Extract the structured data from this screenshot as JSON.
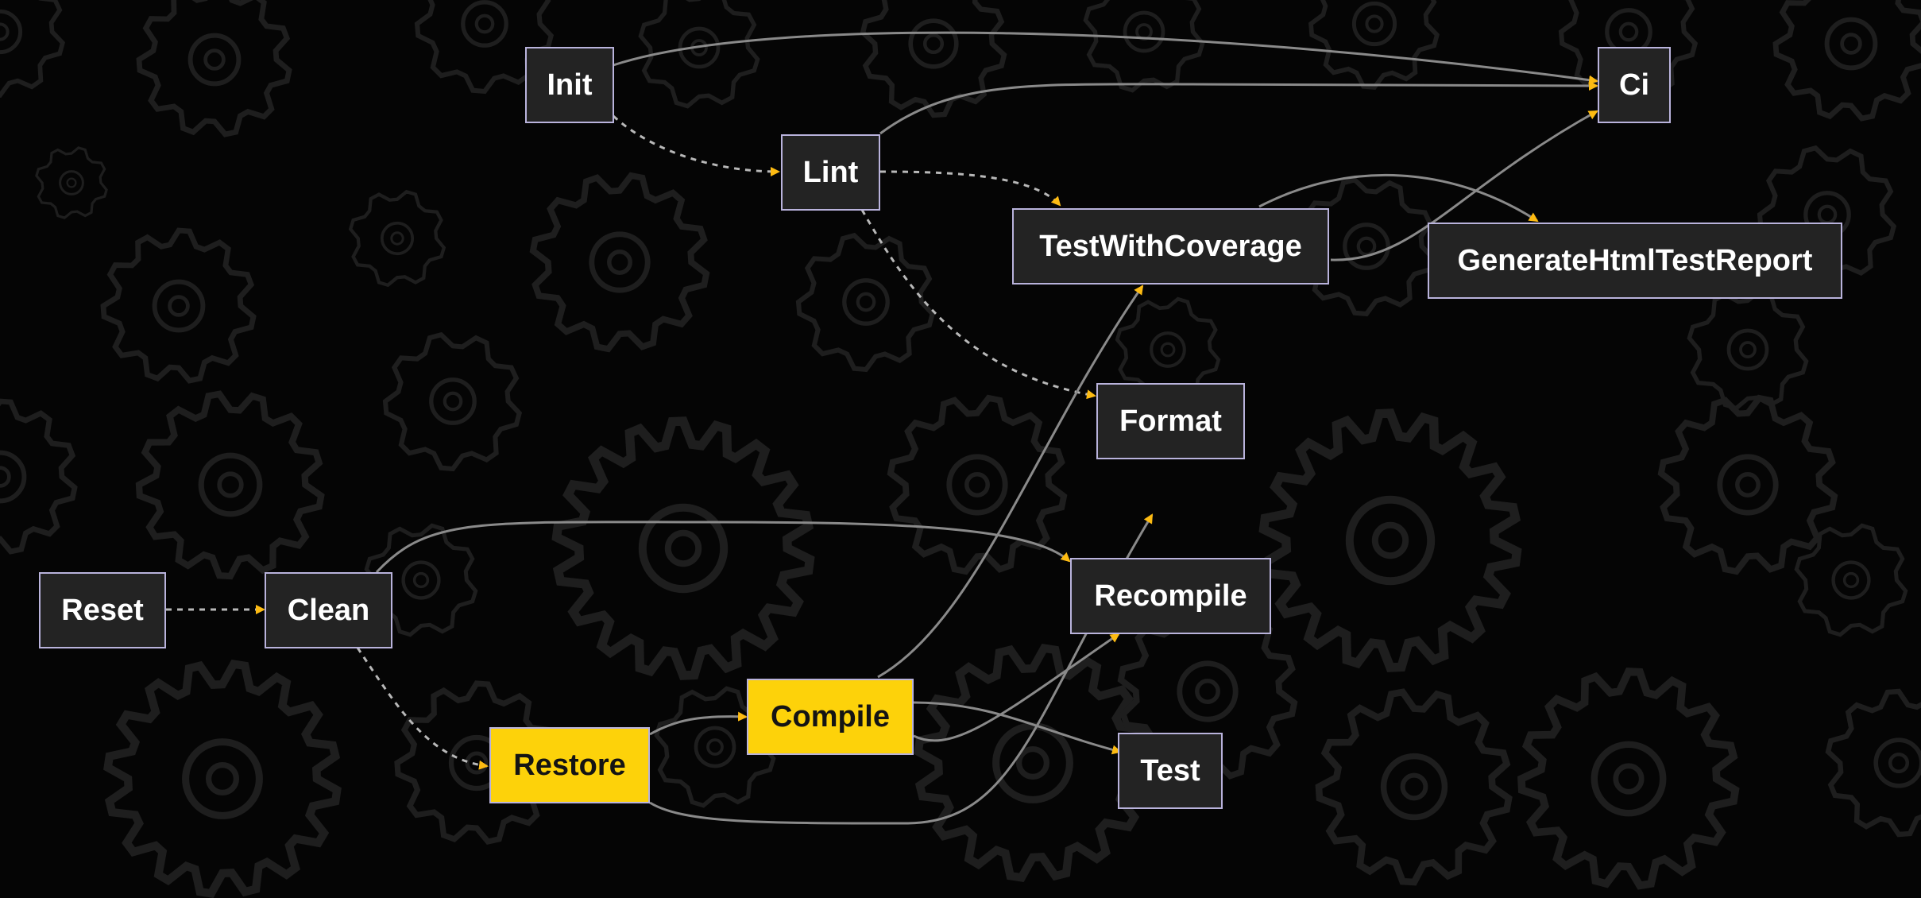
{
  "colors": {
    "background": "#050505",
    "node_fill": "#232323",
    "node_border": "#b9b3dc",
    "node_text": "#ffffff",
    "highlight_fill": "#fdd20a",
    "highlight_text": "#141414",
    "edge": "#8a8a8a",
    "edge_dependency": "#b8b8b8",
    "arrowhead": "#fdbb12",
    "gear_pattern": "#1e1e1e"
  },
  "diagram": {
    "nodes": [
      {
        "id": "init",
        "label": "Init",
        "highlight": false
      },
      {
        "id": "lint",
        "label": "Lint",
        "highlight": false
      },
      {
        "id": "ci",
        "label": "Ci",
        "highlight": false
      },
      {
        "id": "testwithcoverage",
        "label": "TestWithCoverage",
        "highlight": false
      },
      {
        "id": "generatehtmltestreport",
        "label": "GenerateHtmlTestReport",
        "highlight": false
      },
      {
        "id": "format",
        "label": "Format",
        "highlight": false
      },
      {
        "id": "recompile",
        "label": "Recompile",
        "highlight": false
      },
      {
        "id": "reset",
        "label": "Reset",
        "highlight": false
      },
      {
        "id": "clean",
        "label": "Clean",
        "highlight": false
      },
      {
        "id": "restore",
        "label": "Restore",
        "highlight": true
      },
      {
        "id": "compile",
        "label": "Compile",
        "highlight": true
      },
      {
        "id": "test",
        "label": "Test",
        "highlight": false
      }
    ],
    "edges": [
      {
        "from": "init",
        "to": "ci",
        "style": "solid"
      },
      {
        "from": "init",
        "to": "lint",
        "style": "dashed"
      },
      {
        "from": "lint",
        "to": "ci",
        "style": "solid"
      },
      {
        "from": "lint",
        "to": "testwithcoverage",
        "style": "dashed"
      },
      {
        "from": "lint",
        "to": "format",
        "style": "dashed"
      },
      {
        "from": "testwithcoverage",
        "to": "ci",
        "style": "solid"
      },
      {
        "from": "testwithcoverage",
        "to": "generatehtmltestreport",
        "style": "solid"
      },
      {
        "from": "reset",
        "to": "clean",
        "style": "dashed"
      },
      {
        "from": "clean",
        "to": "recompile",
        "style": "solid"
      },
      {
        "from": "clean",
        "to": "restore",
        "style": "dashed"
      },
      {
        "from": "restore",
        "to": "compile",
        "style": "solid"
      },
      {
        "from": "restore",
        "to": "testwithcoverage",
        "style": "solid"
      },
      {
        "from": "compile",
        "to": "format",
        "style": "solid"
      },
      {
        "from": "compile",
        "to": "recompile",
        "style": "solid"
      },
      {
        "from": "compile",
        "to": "test",
        "style": "solid"
      }
    ]
  }
}
